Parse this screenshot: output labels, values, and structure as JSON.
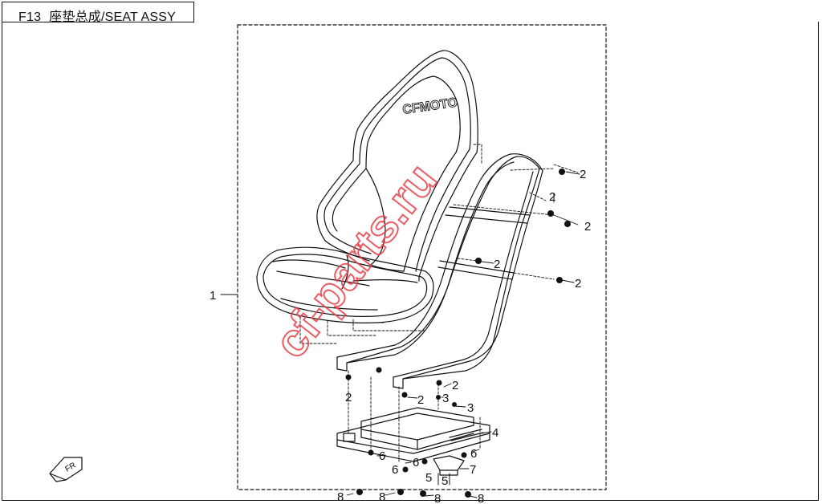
{
  "header": {
    "code": "F13",
    "title": "座垫总成/SEAT ASSY"
  },
  "seat": {
    "brand": "CFMOTO"
  },
  "watermark": "cf-parts.ru",
  "direction_marker": "FR",
  "callouts": [
    {
      "id": "c1",
      "label": "1"
    },
    {
      "id": "c2a",
      "label": "2"
    },
    {
      "id": "c2b",
      "label": "2"
    },
    {
      "id": "c2c",
      "label": "2"
    },
    {
      "id": "c2d",
      "label": "2"
    },
    {
      "id": "c2e",
      "label": "2"
    },
    {
      "id": "c2f",
      "label": "2"
    },
    {
      "id": "c2g",
      "label": "2"
    },
    {
      "id": "c2h",
      "label": "2"
    },
    {
      "id": "c3a",
      "label": "3"
    },
    {
      "id": "c3b",
      "label": "3"
    },
    {
      "id": "c4",
      "label": "4"
    },
    {
      "id": "c5a",
      "label": "5"
    },
    {
      "id": "c5b",
      "label": "5"
    },
    {
      "id": "c6a",
      "label": "6"
    },
    {
      "id": "c6b",
      "label": "6"
    },
    {
      "id": "c6c",
      "label": "6"
    },
    {
      "id": "c6d",
      "label": "6"
    },
    {
      "id": "c7",
      "label": "7"
    },
    {
      "id": "c8a",
      "label": "8"
    },
    {
      "id": "c8b",
      "label": "8"
    },
    {
      "id": "c8c",
      "label": "8"
    },
    {
      "id": "c8d",
      "label": "8"
    }
  ],
  "colors": {
    "line": "#111111",
    "watermark": "#e8404a",
    "background": "#ffffff"
  }
}
